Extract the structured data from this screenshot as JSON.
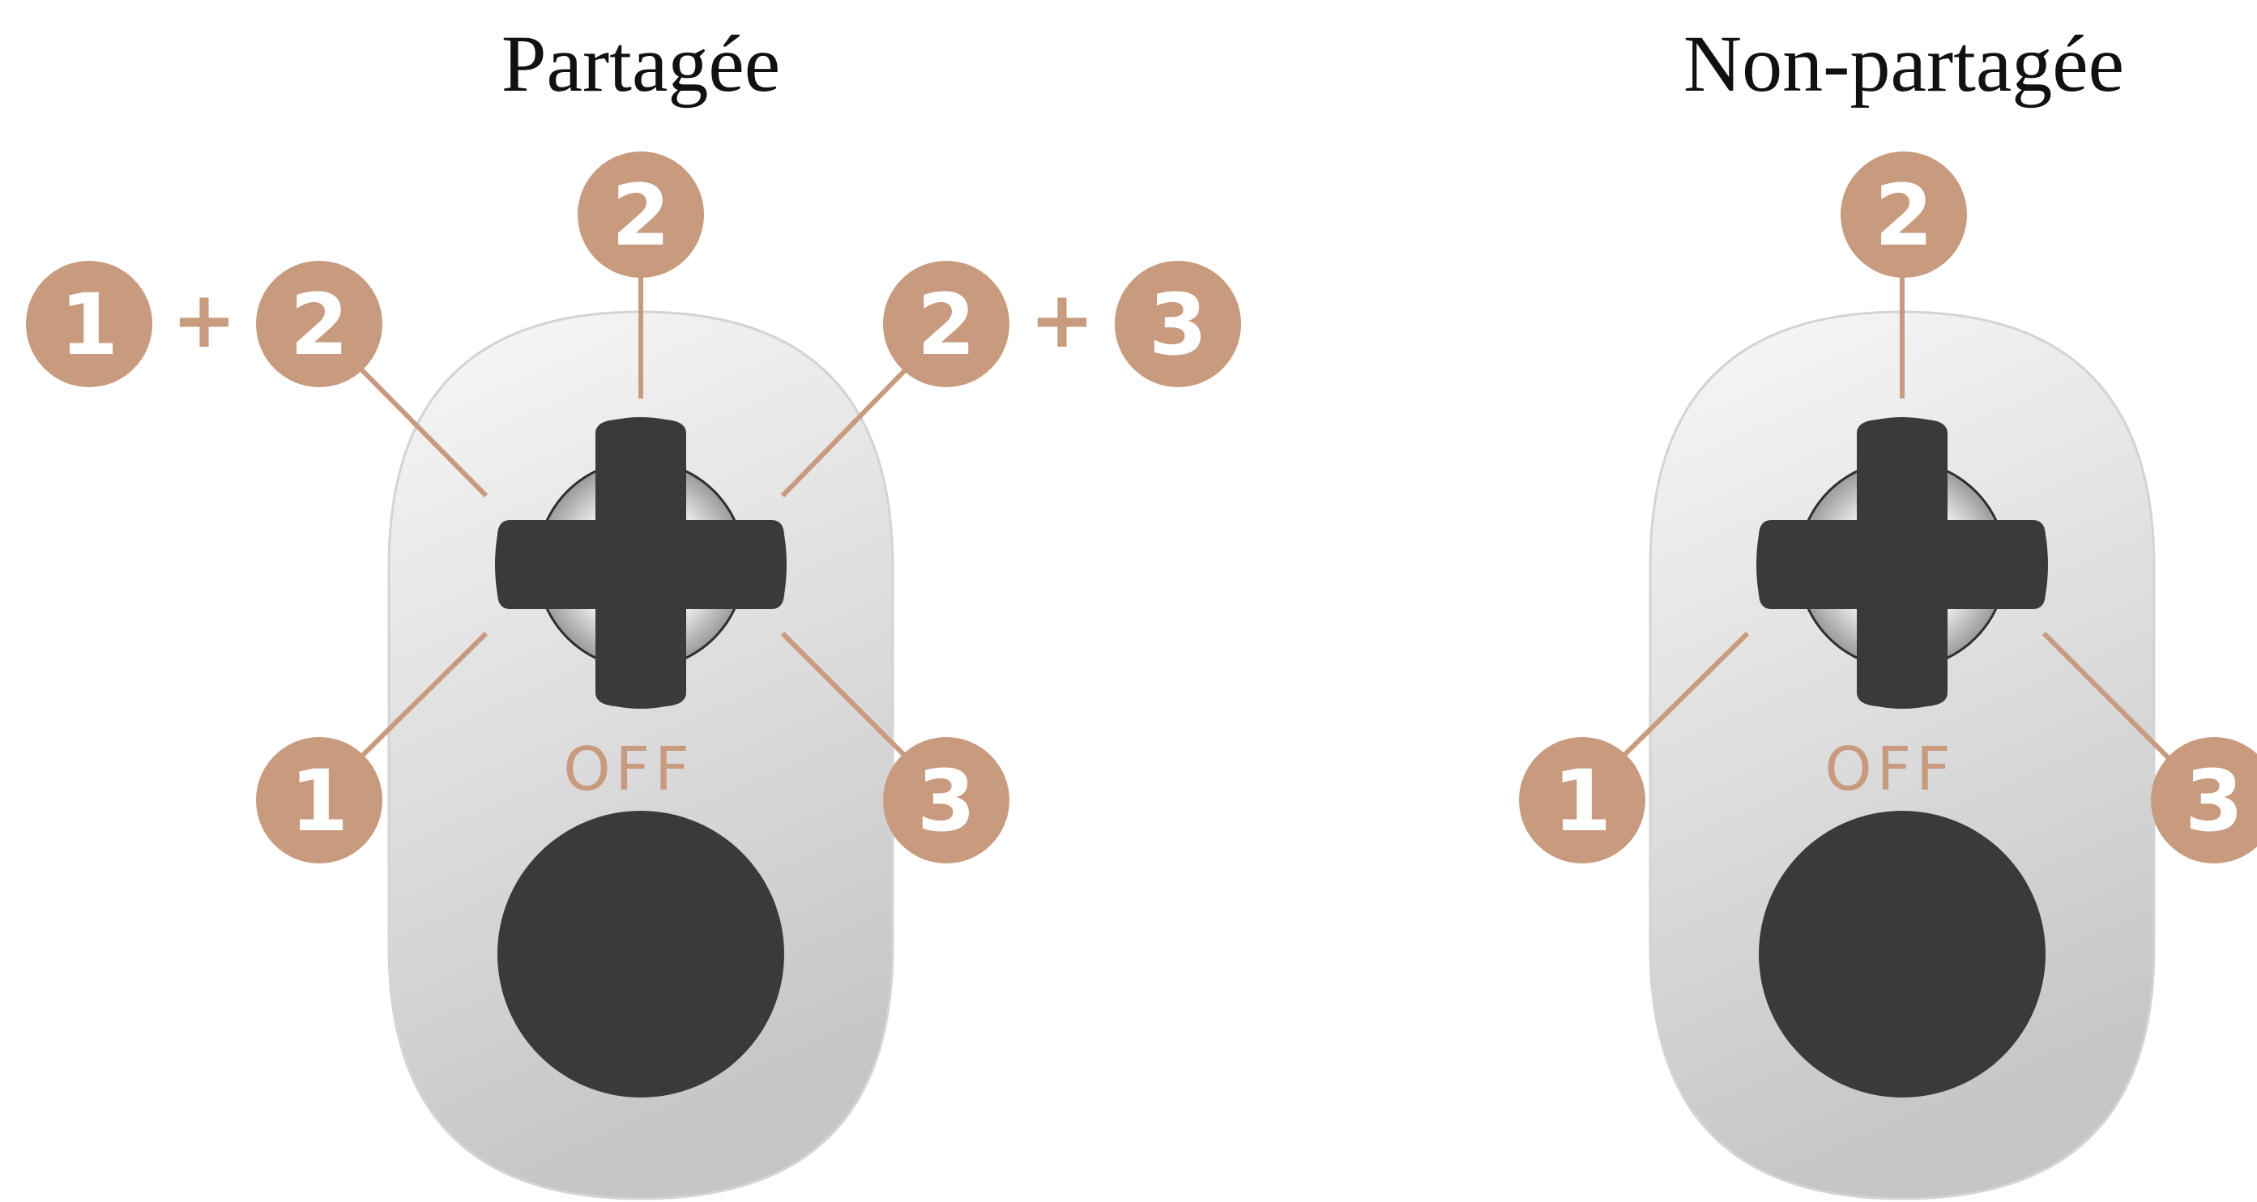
{
  "colors": {
    "accent": "#c89a7e",
    "dark": "#3a3a3a",
    "body_light": "#f2f2f2",
    "body_dark": "#cbcbcb"
  },
  "panels": [
    {
      "title": "Partagée",
      "off_label": "OFF",
      "combo_left": {
        "a": "1",
        "plus": "+",
        "b": "2"
      },
      "top": "2",
      "combo_right": {
        "a": "2",
        "plus": "+",
        "b": "3"
      },
      "bottom_left": "1",
      "bottom_right": "3"
    },
    {
      "title": "Non-partagée",
      "off_label": "OFF",
      "top": "2",
      "bottom_left": "1",
      "bottom_right": "3"
    }
  ]
}
